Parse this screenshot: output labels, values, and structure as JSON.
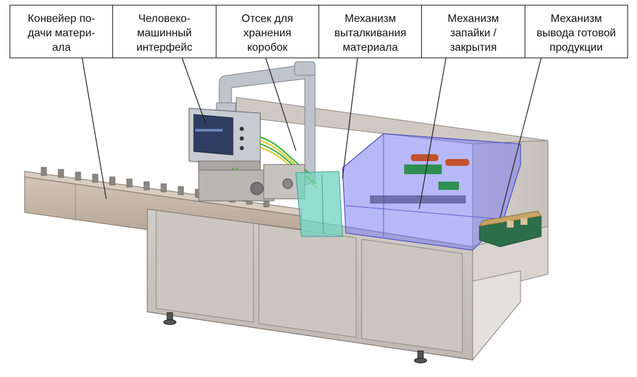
{
  "labels": [
    {
      "id": "feed-conveyor",
      "text": "Конвейер по-\nдачи матери-\nала"
    },
    {
      "id": "hmi",
      "text": "Человеко-\nмашинный\nинтерфейс"
    },
    {
      "id": "box-storage",
      "text": "Отсек для\nхранения\nкоробок"
    },
    {
      "id": "push-mechanism",
      "text": "Механизм\nвыталкивания\nматериала"
    },
    {
      "id": "sealing-mechanism",
      "text": "Механизм\nзапайки /\nзакрытия"
    },
    {
      "id": "output-mechanism",
      "text": "Механизм\nвывода готовой\nпродукции"
    }
  ],
  "colors": {
    "frame": "#b7b1ab",
    "frame_dark": "#8f8a85",
    "panel": "#c9c4be",
    "conveyor": "#c2b3a6",
    "guard_blue": "#7b7ef0",
    "guard_teal": "#6fd3c2",
    "cable_green": "#3fb34a",
    "cable_yellow": "#e0cc2a",
    "screen": "#2e3e63"
  }
}
